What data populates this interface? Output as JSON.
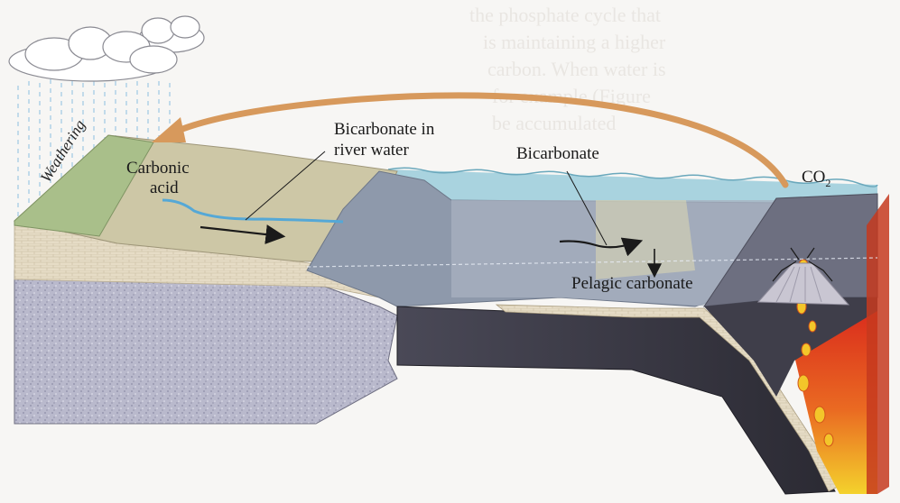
{
  "labels": {
    "weathering": "Weathering",
    "carbonic_acid_line1": "Carbonic",
    "carbonic_acid_line2": "acid",
    "river_line1": "Bicarbonate in",
    "river_line2": "river water",
    "bicarbonate": "Bicarbonate",
    "co2_base": "CO",
    "co2_sub": "2",
    "pelagic": "Pelagic carbonate"
  },
  "colors": {
    "ocean": "#a9d3df",
    "land_top": "#cdc7a6",
    "land_green": "#a9bf8a",
    "sediment_light": "#e6dcc6",
    "basement_granite": "#b9b9cc",
    "oceanic_crust": "#3d3c48",
    "ocean_floor_blue": "#8e99ab",
    "arrow_orange": "#d7995c",
    "magma_red": "#e0301e",
    "magma_yellow": "#f3d02a"
  }
}
